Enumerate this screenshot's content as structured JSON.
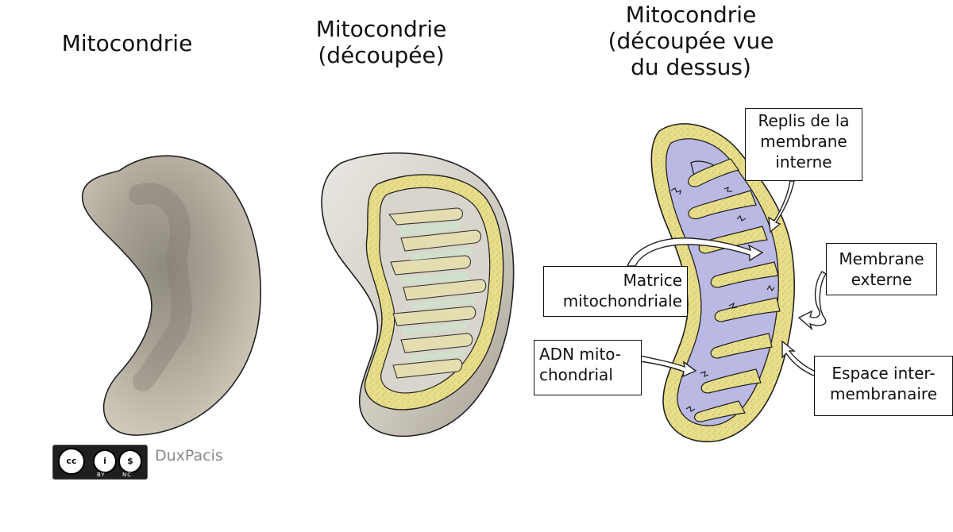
{
  "titles": {
    "whole": [
      "Mitocondrie"
    ],
    "cut": [
      "Mitocondrie",
      "(découpée)"
    ],
    "top": [
      "Mitocondrie",
      "(découpée vue",
      "du dessus)"
    ]
  },
  "labels": {
    "replis": [
      "Replis de la",
      "membrane",
      "interne"
    ],
    "matrice": [
      "Matrice",
      "mitochondriale"
    ],
    "adn": [
      "ADN mito-",
      "chondrial"
    ],
    "membrane": [
      "Membrane",
      "externe"
    ],
    "espace": [
      "Espace inter-",
      "membranaire"
    ]
  },
  "license": {
    "cc": "cc",
    "by_icon": "i",
    "nc_icon": "$",
    "by": "BY",
    "nc": "NC",
    "author": "DuxPacis"
  },
  "colors": {
    "outer_yellow": "#e8dd8a",
    "matrix_lavender": "#b9b9e3",
    "cristae_green": "#cfe3cc",
    "whole_body": "#c6bfae"
  }
}
